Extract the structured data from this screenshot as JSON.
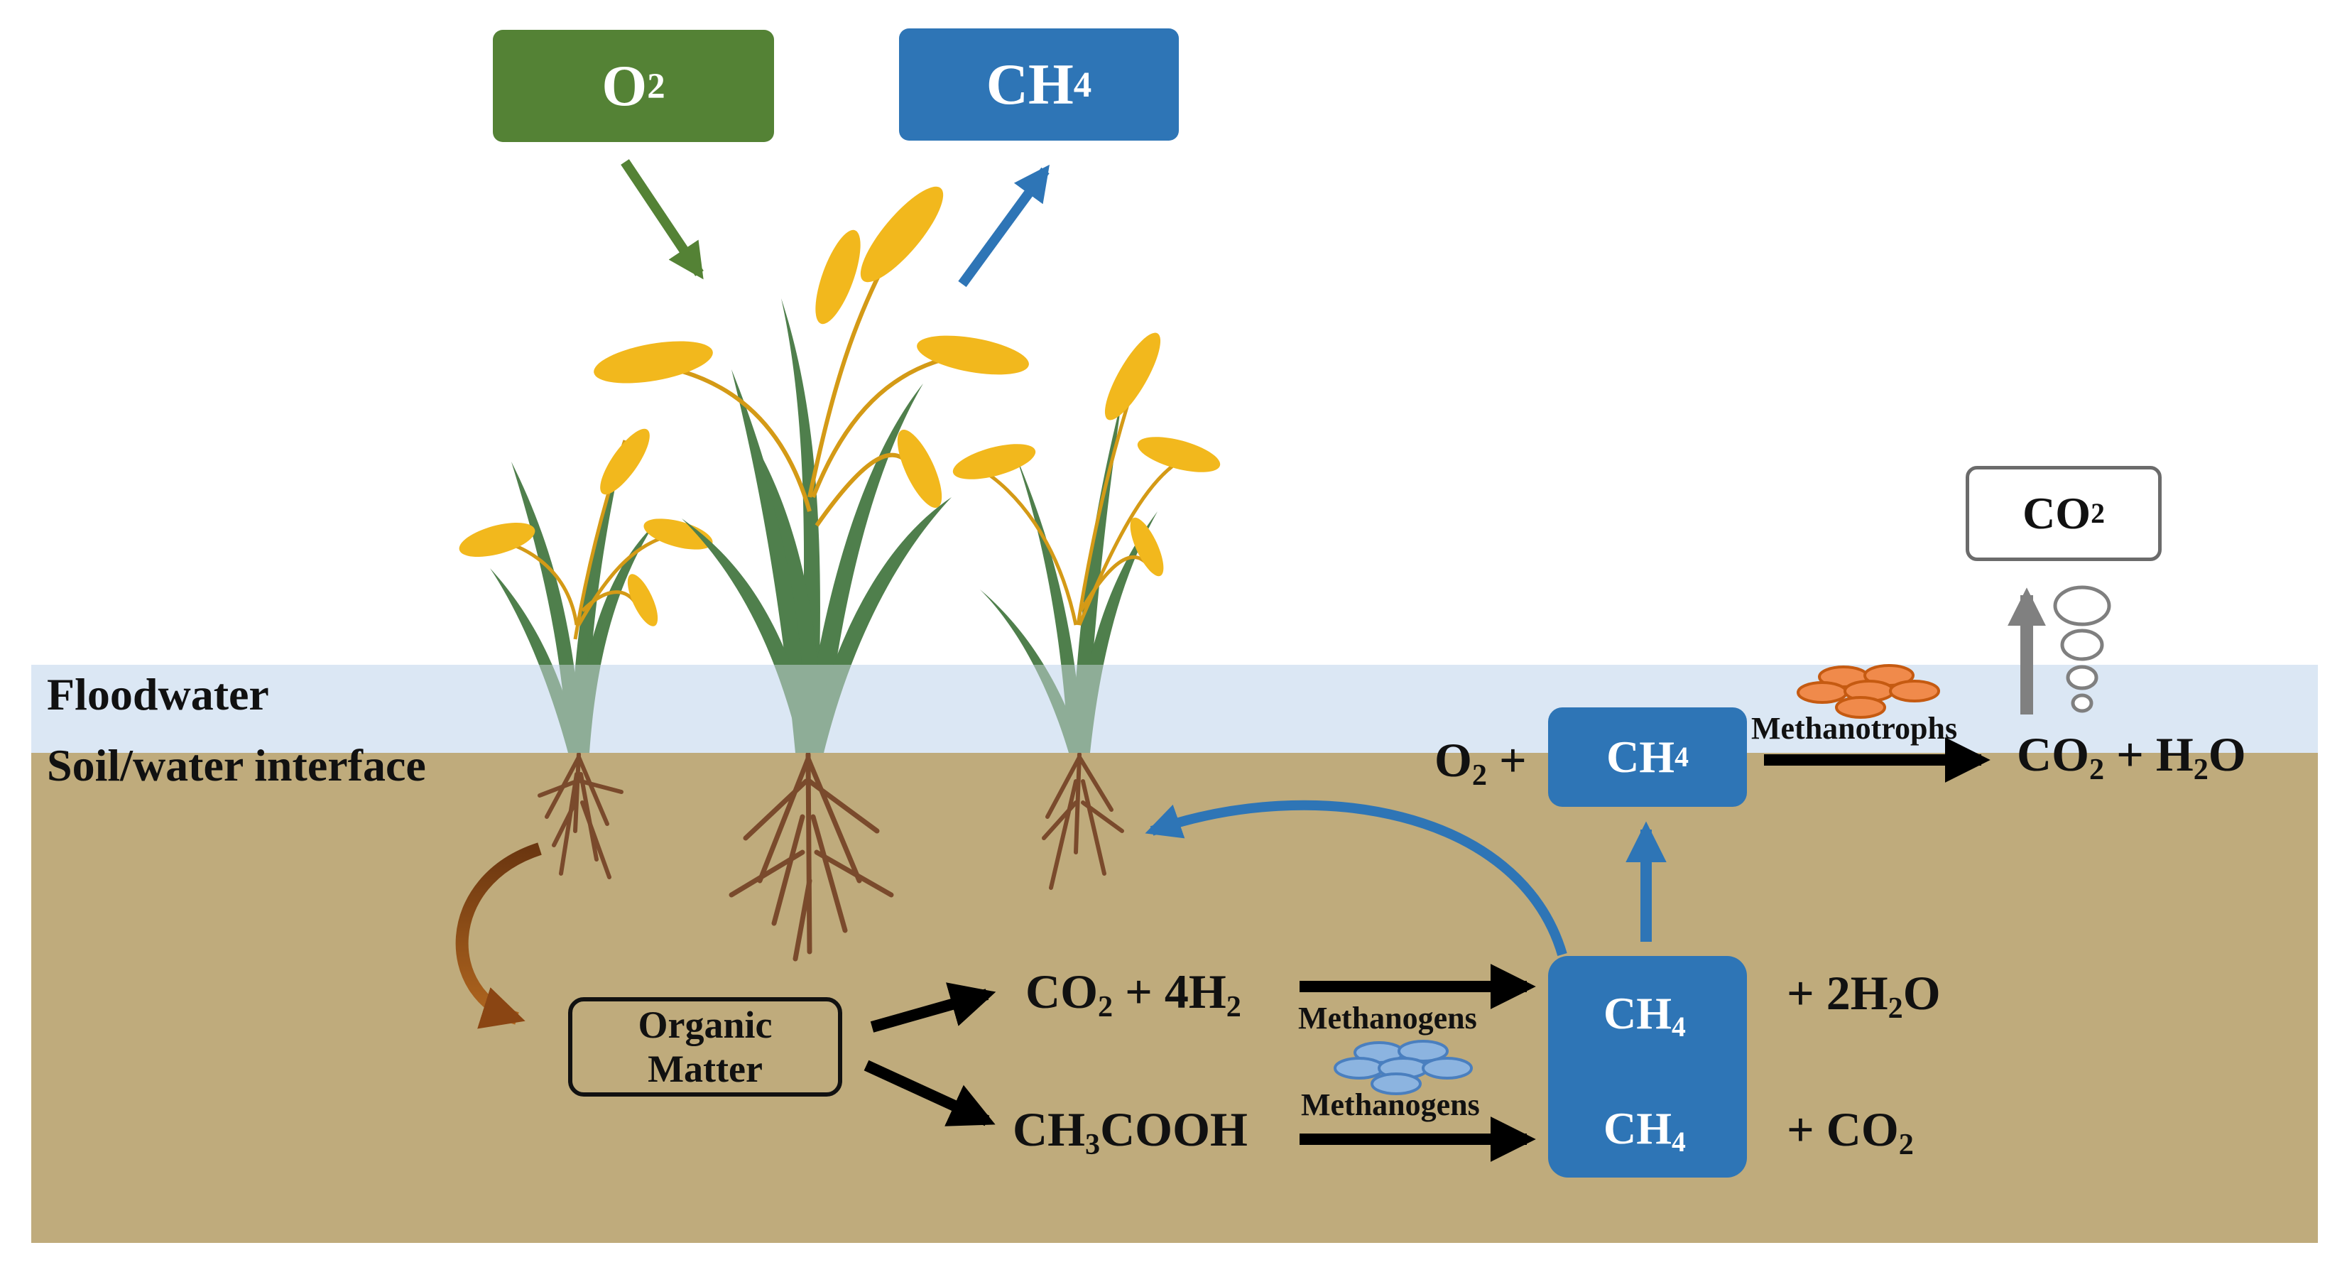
{
  "zones": {
    "floodwater": "Floodwater",
    "soil_interface": "Soil/water interface"
  },
  "gases": {
    "o2": {
      "base": "O",
      "sub": "2"
    },
    "ch4": {
      "base": "CH",
      "sub": "4"
    }
  },
  "organic_matter": {
    "line1": "Organic",
    "line2": "Matter"
  },
  "reactants": {
    "co2_4h2": {
      "a": "CO",
      "a_sub": "2",
      "b": " + 4H",
      "b_sub": "2"
    },
    "acetic": {
      "a": "CH",
      "a_sub": "3",
      "b": "COOH"
    }
  },
  "microbes": {
    "methanogens_1": "Methanogens",
    "methanogens_2": "Methanogens",
    "methanotrophs": "Methanotrophs"
  },
  "methane": {
    "upper": {
      "base": "CH",
      "sub": "4"
    },
    "lower_1": {
      "base": "CH",
      "sub": "4"
    },
    "lower_2": {
      "base": "CH",
      "sub": "4"
    }
  },
  "products": {
    "water": {
      "a": "+ 2H",
      "a_sub": "2",
      "b": "O"
    },
    "co2": {
      "a": "+ CO",
      "a_sub": "2"
    }
  },
  "oxidation": {
    "o2_plus": {
      "a": "O",
      "a_sub": "2",
      "b": " +"
    },
    "result": {
      "a": "CO",
      "a_sub": "2",
      "b": " + H",
      "b_sub": "2",
      "c": "O"
    }
  },
  "released": {
    "base": "CO",
    "sub": "2"
  },
  "colors": {
    "soil": "#bfab7c",
    "floodwater": "#dbe7f4",
    "o2_green": "#548235",
    "ch4_blue": "#2e75b6",
    "grain": "#f2b81d",
    "leaf": "#4f7f4c",
    "root": "#7a4a2c",
    "methanotroph_orange": "#f08a4b",
    "methanogen_blue": "#8cb4e0",
    "transfer_brown": "#8a4513"
  }
}
